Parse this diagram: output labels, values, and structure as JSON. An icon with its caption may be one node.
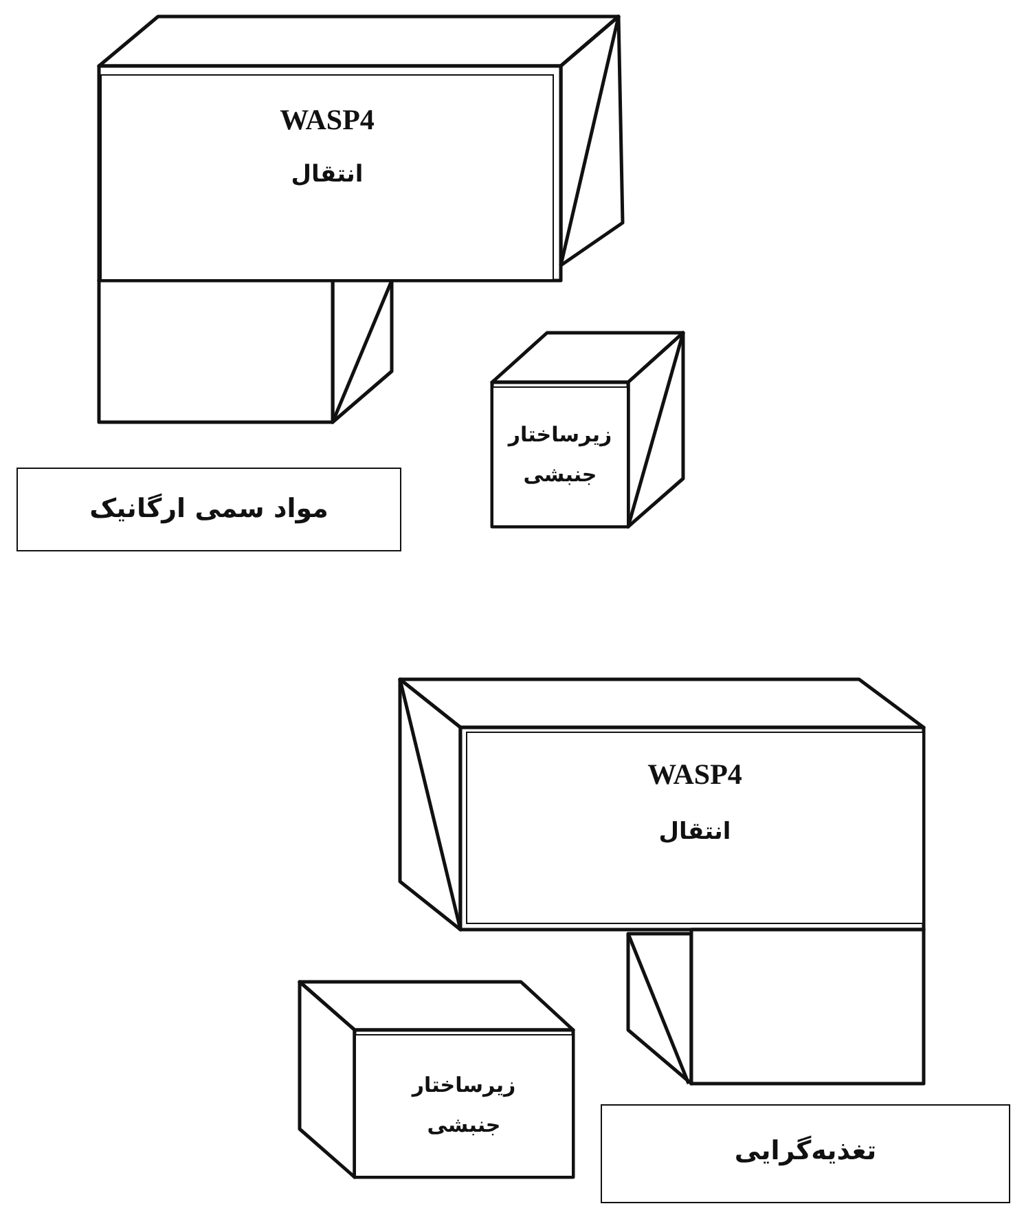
{
  "diagram": {
    "nodes": [
      {
        "text": [
          "WASP4",
          "انتقال"
        ]
      },
      {
        "text": [
          "مواد سمی ارگانیک"
        ]
      },
      {
        "text": [
          "زیرساختار جنبشی"
        ]
      },
      {
        "text": [
          "WASP4",
          "انتقال"
        ]
      },
      {
        "text": [
          "زیرساختار جنبشی"
        ]
      },
      {
        "text": [
          "تغذیه‌گرایی"
        ]
      }
    ]
  }
}
